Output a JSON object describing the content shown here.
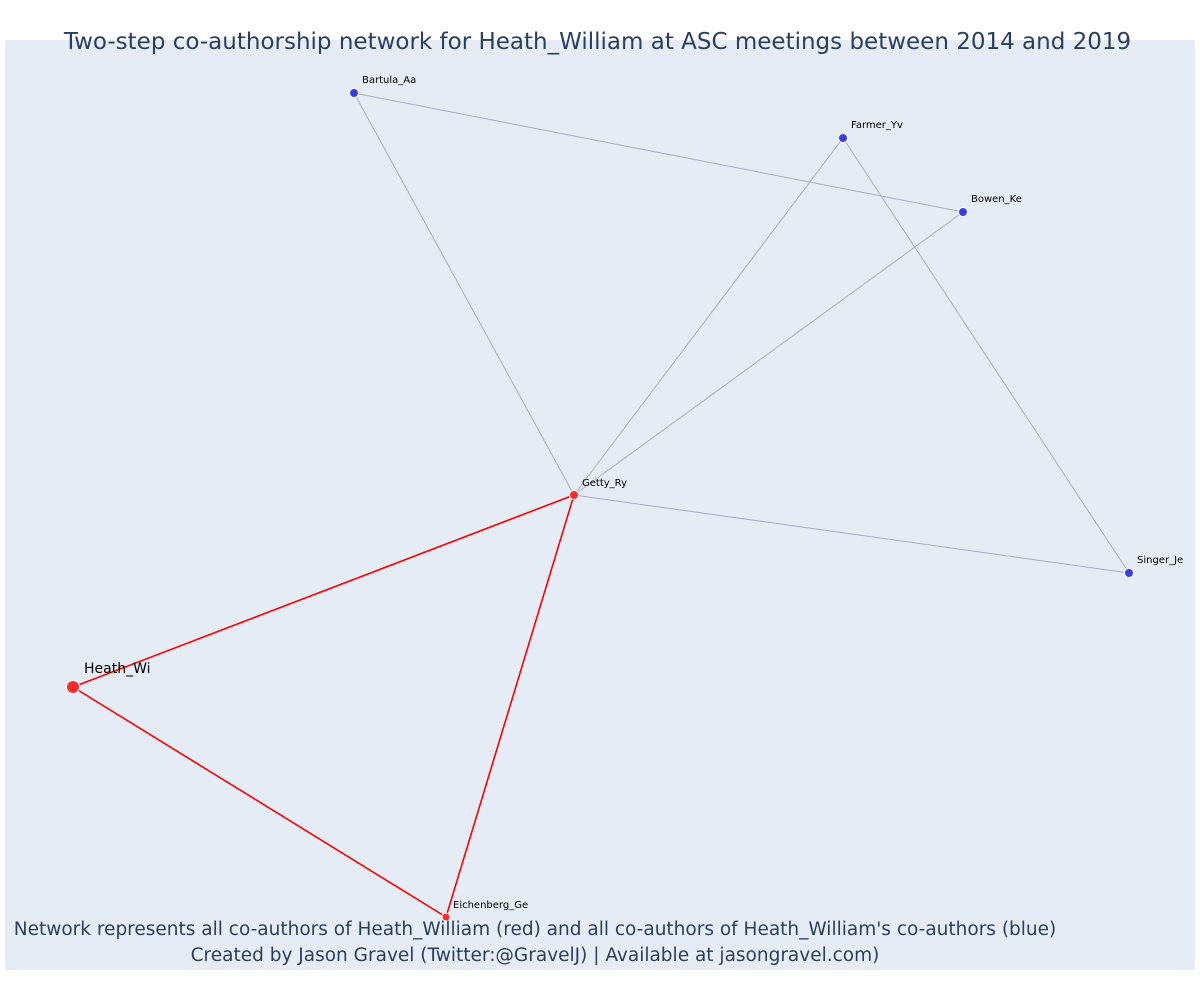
{
  "title": "Two-step co-authorship network for Heath_William at ASC meetings between 2014 and 2019",
  "footer": {
    "line1": "Network represents all co-authors of Heath_William (red) and all co-authors of Heath_William's co-authors (blue)",
    "line2": "Created by Jason Gravel (Twitter:@GravelJ) | Available at jasongravel.com)"
  },
  "colors": {
    "background": "#e5ecf6",
    "ego_edge": "#ff0000",
    "other_edge": "#a9acc4",
    "direct_node": "#ff2a2a",
    "second_step_node": "#3a3ae8",
    "text": "#2a3f5f"
  },
  "nodes": [
    {
      "id": "Heath_Wi",
      "label": "Heath_Wi",
      "group": "ego"
    },
    {
      "id": "Getty_Ry",
      "label": "Getty_Ry",
      "group": "coauthor"
    },
    {
      "id": "Eichenberg_Ge",
      "label": "Eichenberg_Ge",
      "group": "coauthor"
    },
    {
      "id": "Bartula_Aa",
      "label": "Bartula_Aa",
      "group": "second"
    },
    {
      "id": "Farmer_Yv",
      "label": "Farmer_Yv",
      "group": "second"
    },
    {
      "id": "Bowen_Ke",
      "label": "Bowen_Ke",
      "group": "second"
    },
    {
      "id": "Singer_Je",
      "label": "Singer_Je",
      "group": "second"
    }
  ],
  "edges": [
    {
      "source": "Heath_Wi",
      "target": "Getty_Ry",
      "type": "ego"
    },
    {
      "source": "Heath_Wi",
      "target": "Eichenberg_Ge",
      "type": "ego"
    },
    {
      "source": "Getty_Ry",
      "target": "Eichenberg_Ge",
      "type": "ego"
    },
    {
      "source": "Getty_Ry",
      "target": "Bartula_Aa",
      "type": "other"
    },
    {
      "source": "Getty_Ry",
      "target": "Farmer_Yv",
      "type": "other"
    },
    {
      "source": "Getty_Ry",
      "target": "Bowen_Ke",
      "type": "other"
    },
    {
      "source": "Getty_Ry",
      "target": "Singer_Je",
      "type": "other"
    },
    {
      "source": "Bartula_Aa",
      "target": "Bowen_Ke",
      "type": "other"
    },
    {
      "source": "Farmer_Yv",
      "target": "Singer_Je",
      "type": "other"
    }
  ]
}
